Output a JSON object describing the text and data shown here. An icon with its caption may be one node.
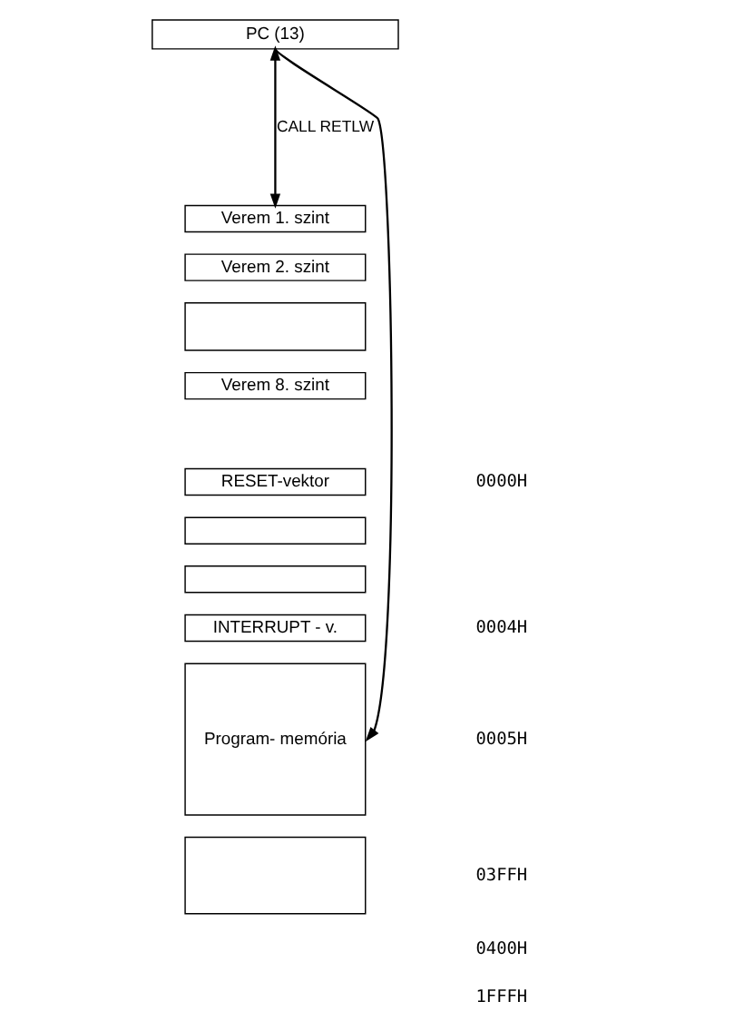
{
  "diagram": {
    "nodes": [
      {
        "text": [
          "PC (13)"
        ]
      },
      {
        "text": [
          "Verem 1. szint"
        ]
      },
      {
        "text": [
          "Verem 2. szint"
        ]
      },
      {
        "text": [],
        "shape": "box"
      },
      {
        "text": [
          "Verem 8. szint"
        ]
      },
      {
        "text": [
          "RESET-vektor"
        ]
      },
      {
        "text": [],
        "shape": "box"
      },
      {
        "text": [],
        "shape": "box"
      },
      {
        "text": [
          "INTERRUPT - v."
        ]
      },
      {
        "text": [
          "Program- memória"
        ]
      },
      {
        "text": [],
        "shape": "box"
      }
    ],
    "edges": [
      {
        "from": 0,
        "to": 1,
        "arrow": "both",
        "label": "CALL RETLW"
      },
      {
        "from": 0,
        "to": 9,
        "arrow": "to"
      }
    ],
    "labels": [
      "0000H",
      "0004H",
      "0005H",
      "03FFH",
      "0400H",
      "1FFFH"
    ]
  }
}
